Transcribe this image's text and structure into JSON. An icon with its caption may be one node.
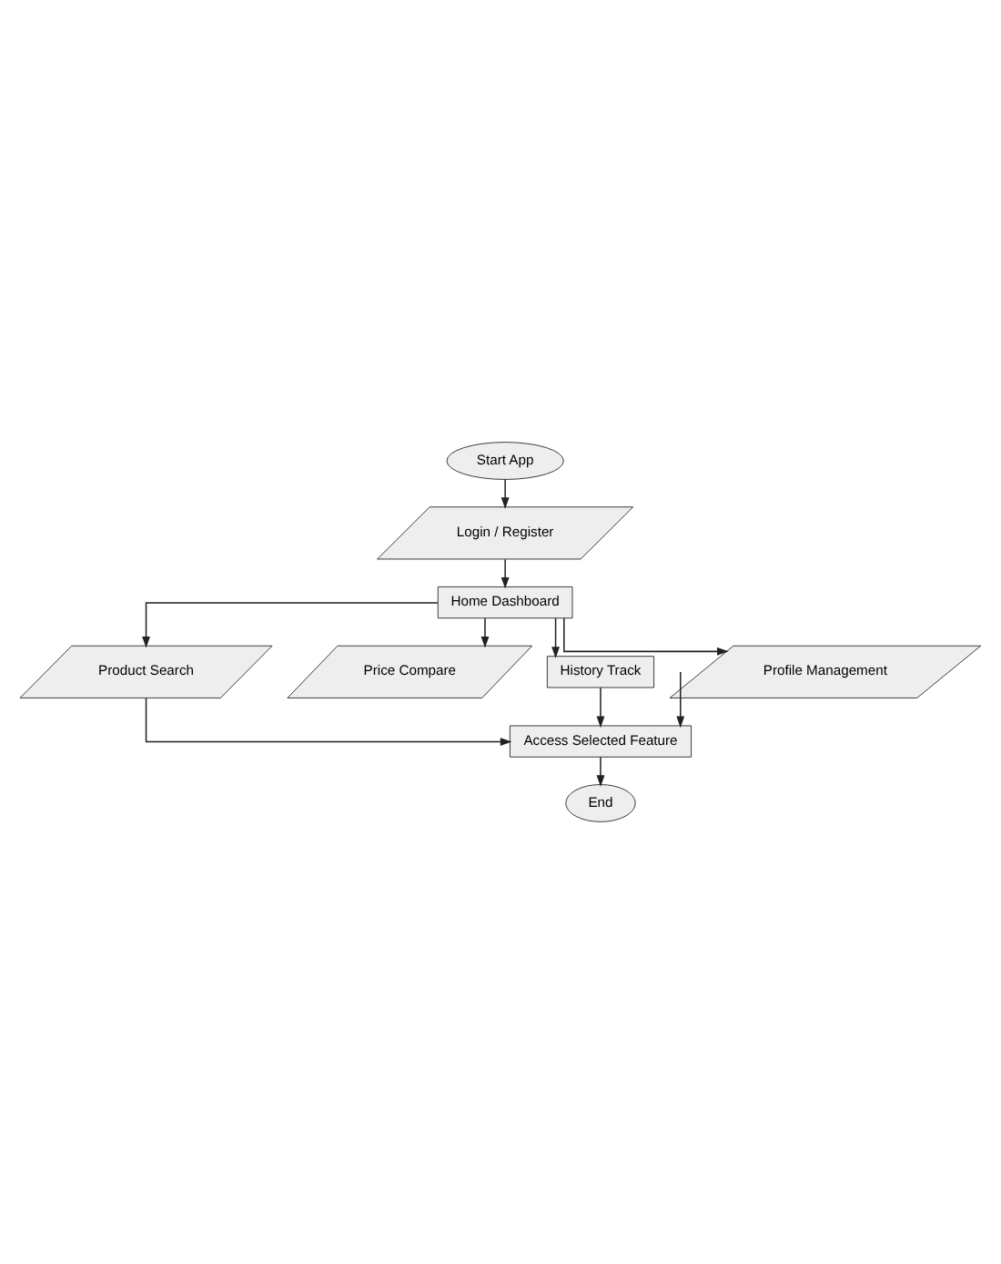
{
  "diagram": {
    "nodes": [
      {
        "text": [
          "Start App"
        ]
      },
      {
        "text": [
          "Login / Register"
        ]
      },
      {
        "text": [
          "Home Dashboard"
        ]
      },
      {
        "text": [
          "Product Search"
        ]
      },
      {
        "text": [
          "Price Compare"
        ]
      },
      {
        "text": [
          "History Track"
        ]
      },
      {
        "text": [
          "Profile Management"
        ]
      },
      {
        "text": [
          "Access Selected Feature"
        ]
      },
      {
        "text": [
          "End"
        ]
      }
    ],
    "edges": [
      {
        "from": 0,
        "to": 1,
        "arrow": "to"
      },
      {
        "from": 1,
        "to": 2,
        "arrow": "to"
      },
      {
        "from": 2,
        "to": 3,
        "arrow": "to"
      },
      {
        "from": 2,
        "to": 4,
        "arrow": "to"
      },
      {
        "from": 2,
        "to": 5,
        "arrow": "to"
      },
      {
        "from": 2,
        "to": 6,
        "arrow": "to"
      },
      {
        "from": 3,
        "to": 7,
        "arrow": "to"
      },
      {
        "from": 5,
        "to": 7,
        "arrow": "to"
      },
      {
        "from": 6,
        "to": 7,
        "arrow": "to"
      },
      {
        "from": 7,
        "to": 8,
        "arrow": "to"
      }
    ]
  }
}
